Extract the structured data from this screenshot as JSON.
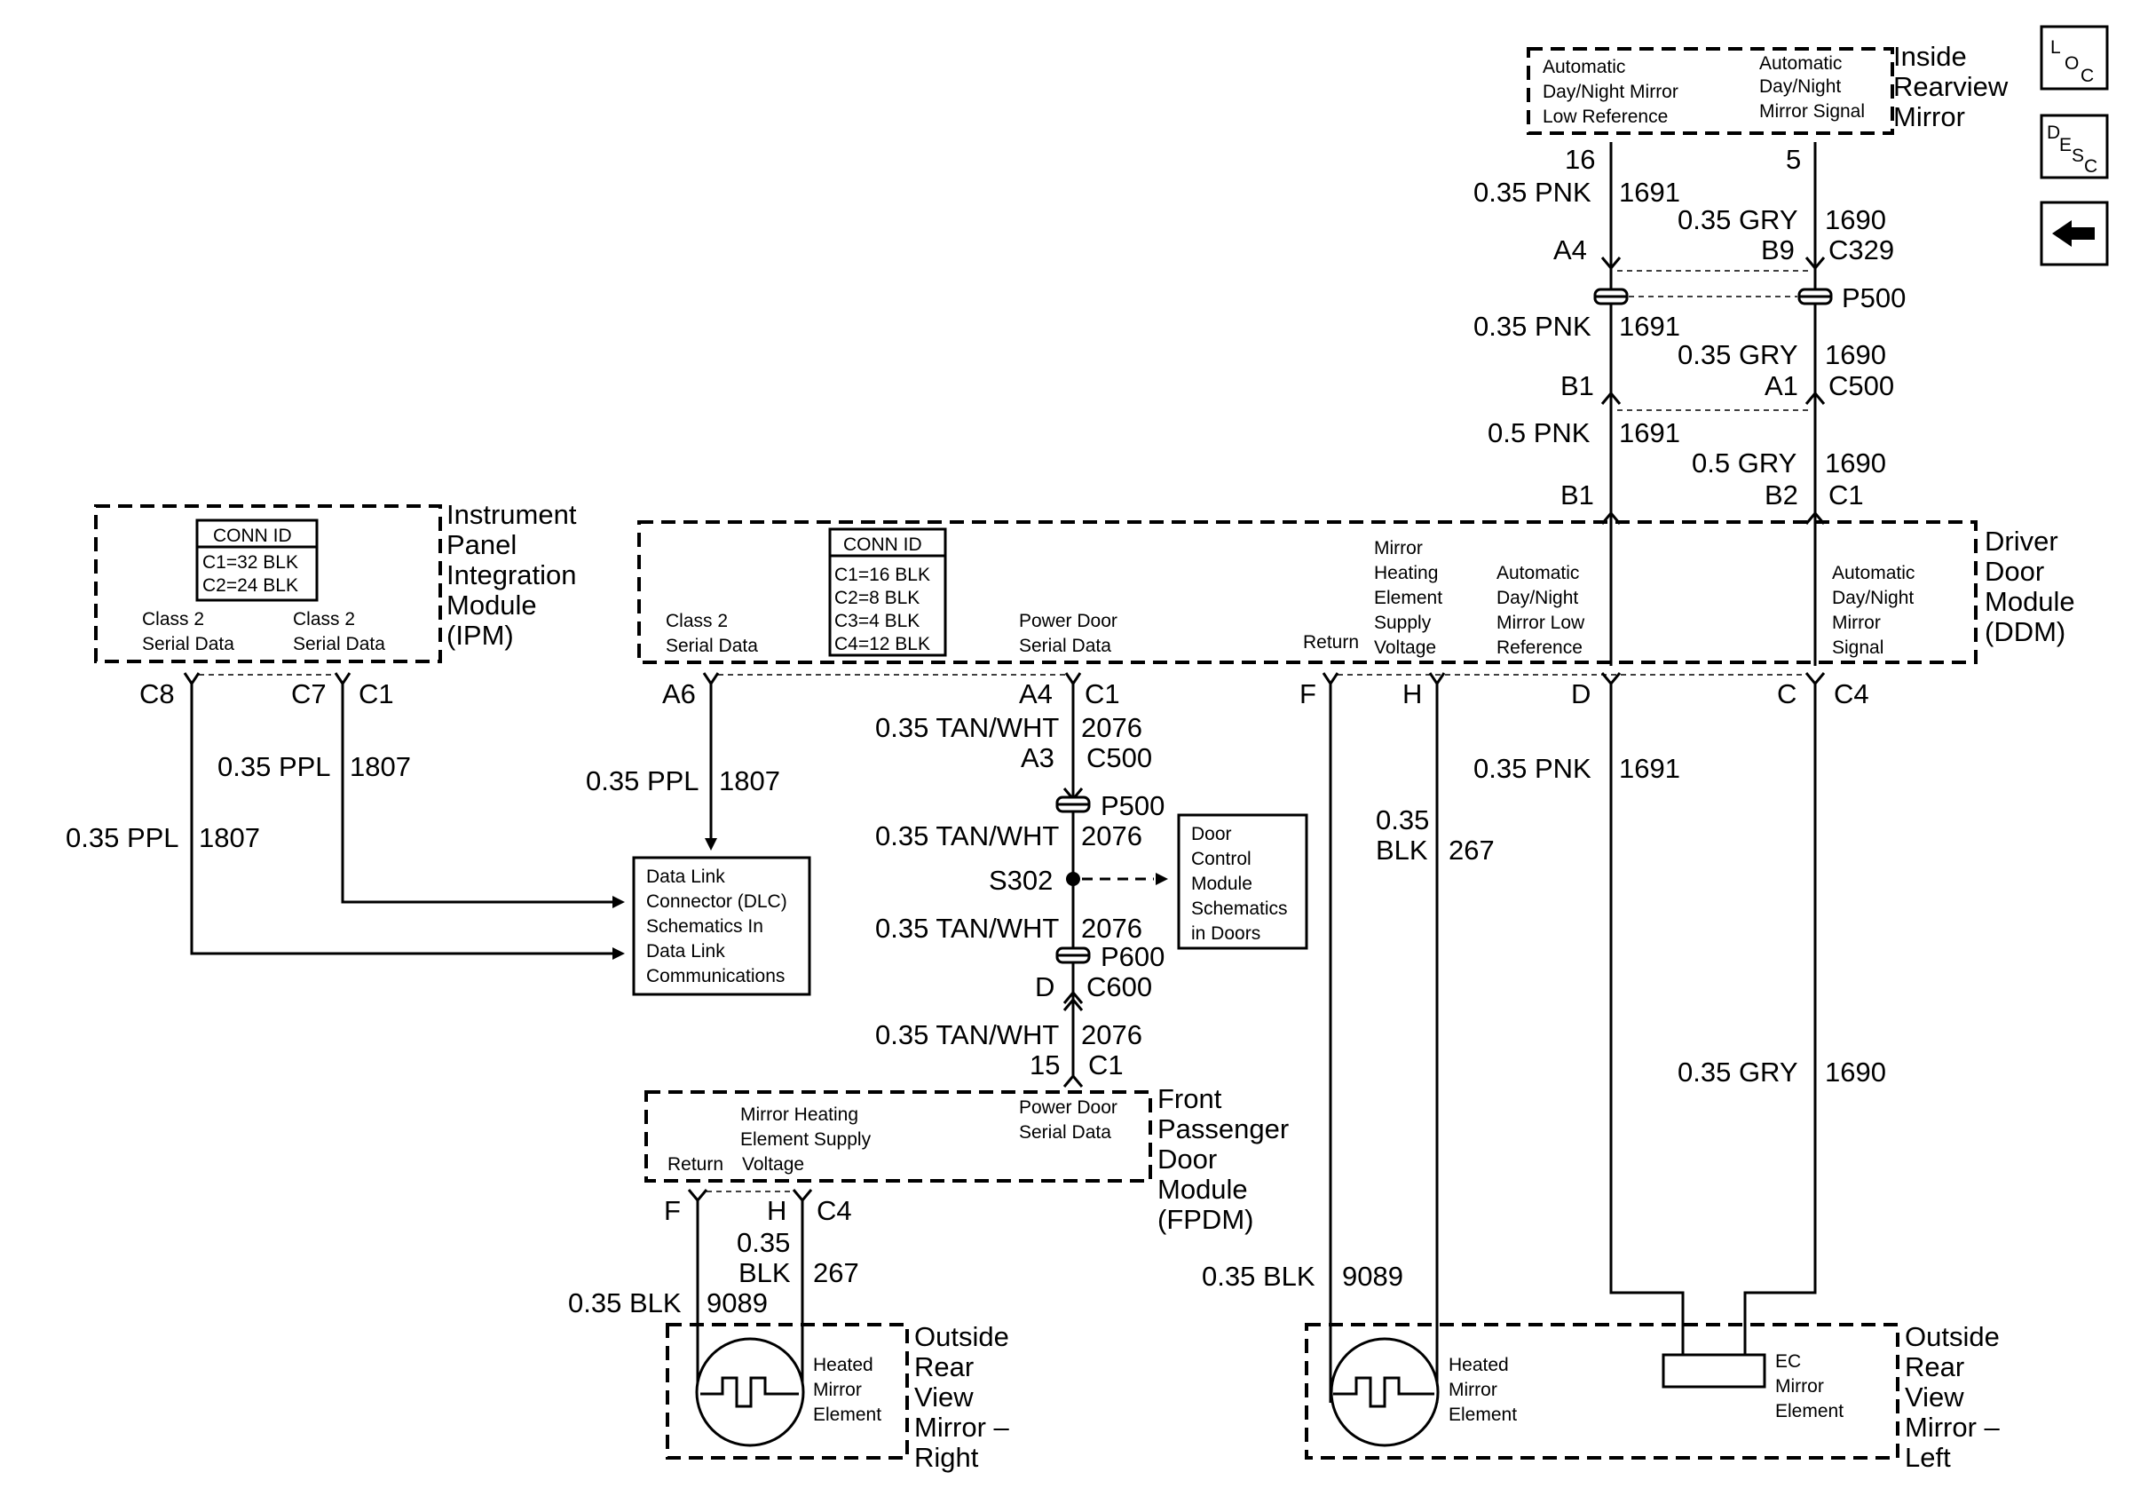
{
  "nav": {
    "loc_1": "L",
    "loc_2": "O",
    "loc_3": "C",
    "desc_1": "D",
    "desc_2": "E",
    "desc_3": "S",
    "desc_4": "C",
    "back_icon": "left-arrow-icon"
  },
  "mirror": {
    "title1": "Inside",
    "title2": "Rearview",
    "title3": "Mirror",
    "low_ref1": "Automatic",
    "low_ref2": "Day/Night Mirror",
    "low_ref3": "Low Reference",
    "signal1": "Automatic",
    "signal2": "Day/Night",
    "signal3": "Mirror Signal",
    "pin_16": "16",
    "pin_5": "5"
  },
  "upper_left_wire": {
    "w1": "0.35 PNK",
    "c1": "1691",
    "a4": "A4",
    "w2": "0.35 PNK",
    "c2": "1691",
    "b1a": "B1",
    "w3": "0.5 PNK",
    "c3": "1691",
    "b1b": "B1"
  },
  "upper_right_wire": {
    "w1": "0.35 GRY",
    "c1": "1690",
    "b9": "B9",
    "c329": "C329",
    "p500": "P500",
    "w2": "0.35 GRY",
    "c2": "1690",
    "a1": "A1",
    "c500": "C500",
    "w3": "0.5 GRY",
    "c3": "1690",
    "b2": "B2",
    "c1conn": "C1"
  },
  "ipm": {
    "title1": "Instrument",
    "title2": "Panel",
    "title3": "Integration",
    "title4": "Module",
    "title5": "(IPM)",
    "conn_id": "CONN ID",
    "c1": "C1=32 BLK",
    "c2": "C2=24 BLK",
    "class2_a1": "Class 2",
    "class2_a2": "Serial Data",
    "class2_b1": "Class 2",
    "class2_b2": "Serial Data",
    "pin_c8": "C8",
    "pin_c7": "C7",
    "conn_c1": "C1",
    "wire_a": "0.35 PPL",
    "circ_a": "1807",
    "wire_b": "0.35 PPL",
    "circ_b": "1807"
  },
  "dlc": {
    "l1": "Data Link",
    "l2": "Connector (DLC)",
    "l3": "Schematics In",
    "l4": "Data Link",
    "l5": "Communications"
  },
  "ddm": {
    "title1": "Driver",
    "title2": "Door",
    "title3": "Module",
    "title4": "(DDM)",
    "conn_id": "CONN ID",
    "c1": "C1=16 BLK",
    "c2": "C2=8 BLK",
    "c3": "C3=4 BLK",
    "c4": "C4=12 BLK",
    "class2_1": "Class 2",
    "class2_2": "Serial Data",
    "power_1": "Power Door",
    "power_2": "Serial Data",
    "return": "Return",
    "mh1": "Mirror",
    "mh2": "Heating",
    "mh3": "Element",
    "mh4": "Supply",
    "mh5": "Voltage",
    "lr1": "Automatic",
    "lr2": "Day/Night",
    "lr3": "Mirror Low",
    "lr4": "Reference",
    "sig1": "Automatic",
    "sig2": "Day/Night",
    "sig3": "Mirror",
    "sig4": "Signal",
    "pin_a6": "A6",
    "pin_a4": "A4",
    "conn_c1": "C1",
    "pin_f": "F",
    "pin_h": "H",
    "pin_d": "D",
    "pin_c": "C",
    "conn_c4": "C4",
    "wire_a6": "0.35 PPL",
    "circ_a6": "1807"
  },
  "center_wire": {
    "w1": "0.35 TAN/WHT",
    "c1": "2076",
    "a3": "A3",
    "c500": "C500",
    "p500": "P500",
    "w2": "0.35 TAN/WHT",
    "c2": "2076",
    "s302": "S302",
    "w3": "0.35 TAN/WHT",
    "c3": "2076",
    "p600": "P600",
    "d": "D",
    "c600": "C600",
    "w4": "0.35 TAN/WHT",
    "c4": "2076",
    "pin15": "15",
    "conn_c1": "C1"
  },
  "dcm": {
    "l1": "Door",
    "l2": "Control",
    "l3": "Module",
    "l4": "Schematics",
    "l5": "in Doors"
  },
  "fpdm": {
    "title1": "Front",
    "title2": "Passenger",
    "title3": "Door",
    "title4": "Module",
    "title5": "(FPDM)",
    "mh1": "Mirror Heating",
    "mh2": "Element Supply",
    "mh3": "Voltage",
    "return": "Return",
    "power1": "Power Door",
    "power2": "Serial Data",
    "pin_f": "F",
    "pin_h": "H",
    "conn_c4": "C4",
    "wire_267a": "0.35",
    "wire_267b": "BLK",
    "circ_267": "267",
    "wire_9089": "0.35 BLK",
    "circ_9089": "9089"
  },
  "right_mirror": {
    "title1": "Outside",
    "title2": "Rear",
    "title3": "View",
    "title4": "Mirror –",
    "title5": "Right",
    "el1": "Heated",
    "el2": "Mirror",
    "el3": "Element"
  },
  "ddm_lower": {
    "wire_267a": "0.35",
    "wire_267b": "BLK",
    "circ_267": "267",
    "wire_9089": "0.35 BLK",
    "circ_9089": "9089",
    "wire_pnk": "0.35 PNK",
    "circ_pnk": "1691",
    "wire_gry": "0.35 GRY",
    "circ_gry": "1690"
  },
  "left_mirror": {
    "title1": "Outside",
    "title2": "Rear",
    "title3": "View",
    "title4": "Mirror –",
    "title5": "Left",
    "el1": "Heated",
    "el2": "Mirror",
    "el3": "Element",
    "ec1": "EC",
    "ec2": "Mirror",
    "ec3": "Element"
  }
}
